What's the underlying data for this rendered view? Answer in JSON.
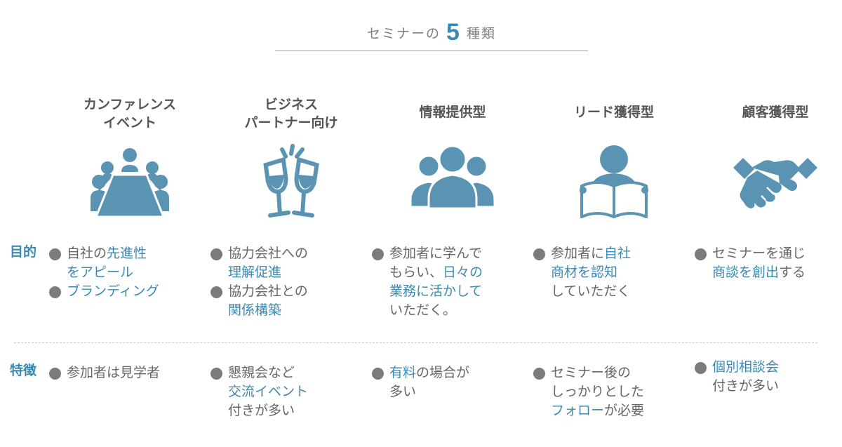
{
  "title": {
    "prefix": "セミナーの",
    "number": "5",
    "suffix": "種類"
  },
  "row_labels": {
    "purpose": "目的",
    "features": "特徴"
  },
  "colors": {
    "accent": "#3a8ab4",
    "icon": "#5b93b2",
    "text": "#666666",
    "bullet": "#7b7b7b"
  },
  "columns": [
    {
      "heading": "カンファレンス\nイベント",
      "icon": "conference-table-icon",
      "purpose": [
        [
          {
            "t": "自社の"
          },
          {
            "t": "先進性\nをアピール",
            "hl": true
          }
        ],
        [
          {
            "t": "ブランディング",
            "hl": true
          }
        ]
      ],
      "features": [
        [
          {
            "t": "参加者は見学者"
          }
        ]
      ]
    },
    {
      "heading": "ビジネス\nパートナー向け",
      "icon": "toast-glasses-icon",
      "purpose": [
        [
          {
            "t": "協力会社への\n"
          },
          {
            "t": "理解促進",
            "hl": true
          }
        ],
        [
          {
            "t": "協力会社との\n"
          },
          {
            "t": "関係構築",
            "hl": true
          }
        ]
      ],
      "features": [
        [
          {
            "t": "懇親会など\n"
          },
          {
            "t": "交流イベント",
            "hl": true
          },
          {
            "t": "\n付きが多い"
          }
        ]
      ]
    },
    {
      "heading": "情報提供型",
      "icon": "audience-group-icon",
      "purpose": [
        [
          {
            "t": "参加者に学んで\nもらい、"
          },
          {
            "t": "日々の\n業務に活かして",
            "hl": true
          },
          {
            "t": "\nいただく。"
          }
        ]
      ],
      "features": [
        [
          {
            "t": "有料",
            "hl": true
          },
          {
            "t": "の場合が\n多い"
          }
        ]
      ]
    },
    {
      "heading": "リード獲得型",
      "icon": "reading-person-icon",
      "purpose": [
        [
          {
            "t": "参加者に"
          },
          {
            "t": "自社\n商材を認知",
            "hl": true
          },
          {
            "t": "\nしていただく"
          }
        ]
      ],
      "features": [
        [
          {
            "t": "セミナー後の\nしっかりとした\n"
          },
          {
            "t": "フォロー",
            "hl": true
          },
          {
            "t": "が必要"
          }
        ]
      ]
    },
    {
      "heading": "顧客獲得型",
      "icon": "handshake-icon",
      "purpose": [
        [
          {
            "t": "セミナーを通じ\n"
          },
          {
            "t": "商談を創出",
            "hl": true
          },
          {
            "t": "する"
          }
        ]
      ],
      "features": [
        [
          {
            "t": "個別相談会",
            "hl": true
          },
          {
            "t": "\n付きが多い"
          }
        ]
      ]
    }
  ]
}
